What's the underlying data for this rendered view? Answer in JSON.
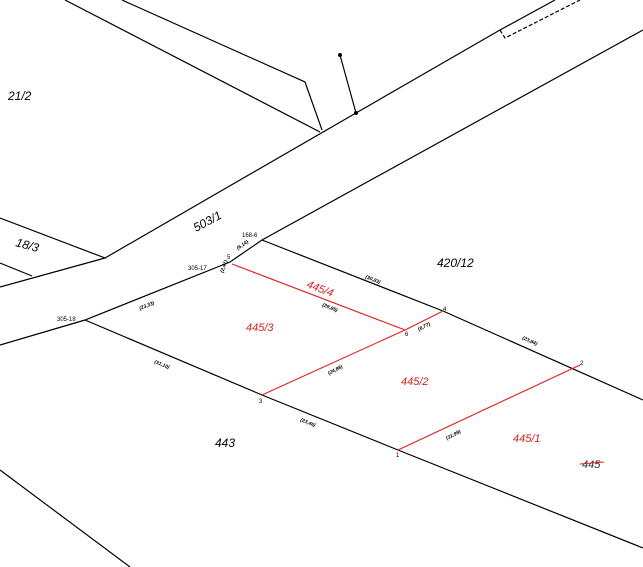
{
  "map": {
    "parcels": {
      "p21_2": "21/2",
      "p18_3": "18/3",
      "p503_1": "503/1",
      "p420_12": "420/12",
      "p443": "443",
      "p445": "445"
    },
    "new_parcels": {
      "p445_1": "445/1",
      "p445_2": "445/2",
      "p445_3": "445/3",
      "p445_4": "445/4"
    },
    "points": {
      "p1": "1",
      "p2": "2",
      "p3": "3",
      "p4": "4",
      "p5": "5",
      "p6": "6",
      "p168_6": "168-6",
      "p305_17": "305-17",
      "p305_18": "305-18"
    },
    "dimensions": {
      "d6_14": "(6,14)",
      "d2_41": "(2,41)",
      "d30_83": "(30,83)",
      "d29_85": "(29,85)",
      "d6_77": "(6,77)",
      "d23_84": "(23,84)",
      "d23_33": "(23,33)",
      "d31_10": "(31,10)",
      "d24_88": "(24,88)",
      "d23_46": "(23,46)",
      "d31_99": "(31,99)"
    },
    "colors": {
      "existing": "#000000",
      "new_division": "#e02020"
    }
  }
}
